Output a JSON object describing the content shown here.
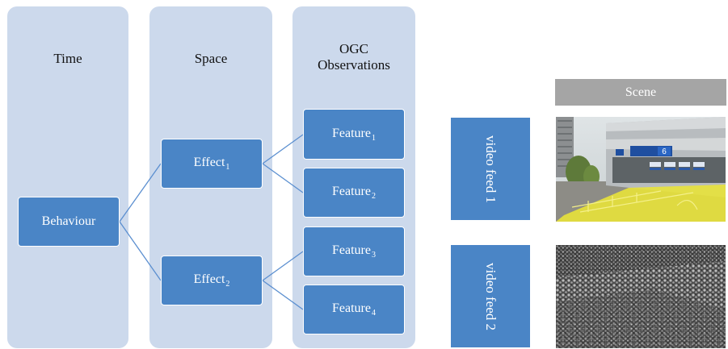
{
  "columns": {
    "time": "Time",
    "space": "Space",
    "ogc_line1": "OGC",
    "ogc_line2": "Observations"
  },
  "nodes": {
    "behaviour": "Behaviour",
    "effect_base": "Effect",
    "effect1_sub": "1",
    "effect2_sub": "2",
    "feature_base": "Feature",
    "feature1_sub": "1",
    "feature2_sub": "2",
    "feature3_sub": "3",
    "feature4_sub": "4"
  },
  "scene": {
    "header": "Scene",
    "feed1": "video feed 1",
    "feed2": "video feed 2",
    "sign_number": "6"
  },
  "colors": {
    "column_bg": "#ccd9ec",
    "node_fill": "#4a85c6",
    "connector": "#5b8fd0",
    "scene_header": "#a5a5a5"
  }
}
